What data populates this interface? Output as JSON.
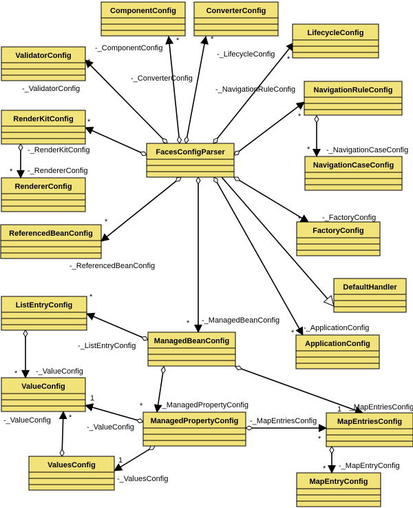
{
  "classes": [
    {
      "id": "ComponentConfig",
      "name": "ComponentConfig"
    },
    {
      "id": "ConverterConfig",
      "name": "ConverterConfig"
    },
    {
      "id": "LifecycleConfig",
      "name": "LifecycleConfig"
    },
    {
      "id": "ValidatorConfig",
      "name": "ValidatorConfig"
    },
    {
      "id": "NavigationRuleConfig",
      "name": "NavigationRuleConfig"
    },
    {
      "id": "RenderKitConfig",
      "name": "RenderKitConfig"
    },
    {
      "id": "FacesConfigParser",
      "name": "FacesConfigParser"
    },
    {
      "id": "NavigationCaseConfig",
      "name": "NavigationCaseConfig"
    },
    {
      "id": "RendererConfig",
      "name": "RendererConfig"
    },
    {
      "id": "ReferencedBeanConfig",
      "name": "ReferencedBeanConfig"
    },
    {
      "id": "FactoryConfig",
      "name": "FactoryConfig"
    },
    {
      "id": "DefaultHandler",
      "name": "DefaultHandler"
    },
    {
      "id": "ListEntryConfig",
      "name": "ListEntryConfig"
    },
    {
      "id": "ManagedBeanConfig",
      "name": "ManagedBeanConfig"
    },
    {
      "id": "ApplicationConfig",
      "name": "ApplicationConfig"
    },
    {
      "id": "ValueConfig",
      "name": "ValueConfig"
    },
    {
      "id": "ManagedPropertyConfig",
      "name": "ManagedPropertyConfig"
    },
    {
      "id": "MapEntriesConfig",
      "name": "MapEntriesConfig"
    },
    {
      "id": "ValuesConfig",
      "name": "ValuesConfig"
    },
    {
      "id": "MapEntryConfig",
      "name": "MapEntryConfig"
    }
  ],
  "relations": [
    {
      "id": "rel-component",
      "from": "FacesConfigParser",
      "to": "ComponentConfig",
      "kind": "aggregation",
      "role": "-_ComponentConfig",
      "multiplicity": "*"
    },
    {
      "id": "rel-converter",
      "from": "FacesConfigParser",
      "to": "ConverterConfig",
      "kind": "aggregation",
      "role": "-_ConverterConfig",
      "multiplicity": "*"
    },
    {
      "id": "rel-lifecycle",
      "from": "FacesConfigParser",
      "to": "LifecycleConfig",
      "kind": "aggregation",
      "role": "-_LifecycleConfig",
      "multiplicity": "*"
    },
    {
      "id": "rel-validator",
      "from": "FacesConfigParser",
      "to": "ValidatorConfig",
      "kind": "aggregation",
      "role": "-_ValidatorConfig",
      "multiplicity": "*"
    },
    {
      "id": "rel-navrule",
      "from": "FacesConfigParser",
      "to": "NavigationRuleConfig",
      "kind": "aggregation",
      "role": "-_NavigationRuleConfig",
      "multiplicity": "*"
    },
    {
      "id": "rel-renderkit",
      "from": "FacesConfigParser",
      "to": "RenderKitConfig",
      "kind": "aggregation",
      "role": "-_RenderKitConfig",
      "multiplicity": "*"
    },
    {
      "id": "rel-navcase",
      "from": "NavigationRuleConfig",
      "to": "NavigationCaseConfig",
      "kind": "aggregation",
      "role": "-_NavigationCaseConfig",
      "multiplicity": "*"
    },
    {
      "id": "rel-renderer",
      "from": "RenderKitConfig",
      "to": "RendererConfig",
      "kind": "aggregation",
      "role": "-_RendererConfig",
      "multiplicity": "*"
    },
    {
      "id": "rel-refbean",
      "from": "FacesConfigParser",
      "to": "ReferencedBeanConfig",
      "kind": "aggregation",
      "role": "-_ReferencedBeanConfig",
      "multiplicity": "*"
    },
    {
      "id": "rel-factory",
      "from": "FacesConfigParser",
      "to": "FactoryConfig",
      "kind": "aggregation",
      "role": "-_FactoryConfig",
      "multiplicity": "*"
    },
    {
      "id": "rel-defaulthandler",
      "from": "FacesConfigParser",
      "to": "DefaultHandler",
      "kind": "generalization",
      "role": "",
      "multiplicity": ""
    },
    {
      "id": "rel-application",
      "from": "FacesConfigParser",
      "to": "ApplicationConfig",
      "kind": "aggregation",
      "role": "-_ApplicationConfig",
      "multiplicity": "*"
    },
    {
      "id": "rel-managedbean",
      "from": "FacesConfigParser",
      "to": "ManagedBeanConfig",
      "kind": "aggregation",
      "role": "-_ManagedBeanConfig",
      "multiplicity": "*"
    },
    {
      "id": "rel-listentry",
      "from": "ManagedBeanConfig",
      "to": "ListEntryConfig",
      "kind": "aggregation",
      "role": "-_ListEntryConfig",
      "multiplicity": "*"
    },
    {
      "id": "rel-listvalue",
      "from": "ListEntryConfig",
      "to": "ValueConfig",
      "kind": "aggregation",
      "role": "-_ValueConfig",
      "multiplicity": "*"
    },
    {
      "id": "rel-managedprop",
      "from": "ManagedBeanConfig",
      "to": "ManagedPropertyConfig",
      "kind": "aggregation",
      "role": "-_ManagedPropertyConfig",
      "multiplicity": "*"
    },
    {
      "id": "rel-mapentries-bean",
      "from": "ManagedBeanConfig",
      "to": "MapEntriesConfig",
      "kind": "aggregation",
      "role": "-_MapEntriesConfig",
      "multiplicity": "1"
    },
    {
      "id": "rel-propvalue",
      "from": "ManagedPropertyConfig",
      "to": "ValueConfig",
      "kind": "aggregation",
      "role": "-_ValueConfig",
      "multiplicity": "1"
    },
    {
      "id": "rel-mapentries-prop",
      "from": "ManagedPropertyConfig",
      "to": "MapEntriesConfig",
      "kind": "aggregation",
      "role": "-_MapEntriesConfig",
      "multiplicity": "*"
    },
    {
      "id": "rel-values-value",
      "from": "ValuesConfig",
      "to": "ValueConfig",
      "kind": "aggregation",
      "role": "-_ValueConfig",
      "multiplicity": "*"
    },
    {
      "id": "rel-propvalues",
      "from": "ManagedPropertyConfig",
      "to": "ValuesConfig",
      "kind": "aggregation",
      "role": "-_ValuesConfig",
      "multiplicity": "1"
    },
    {
      "id": "rel-mapentry",
      "from": "MapEntriesConfig",
      "to": "MapEntryConfig",
      "kind": "aggregation",
      "role": "-_MapEntryConfig",
      "multiplicity": "*"
    }
  ],
  "colors": {
    "box_fill": "#f2e27a",
    "stroke": "#000000",
    "background": "#ffffff"
  }
}
